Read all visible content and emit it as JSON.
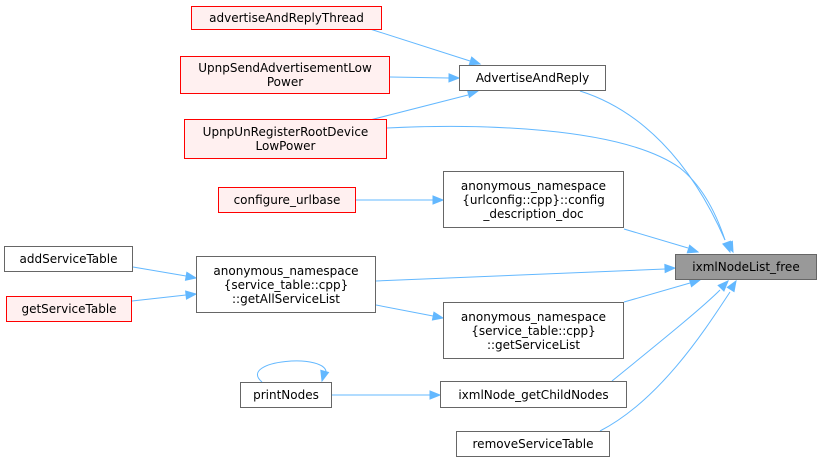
{
  "nodes": {
    "advertiseAndReplyThread": {
      "lines": [
        "advertiseAndReplyThread"
      ],
      "style": "red"
    },
    "upnpSendAdvLowPower": {
      "lines": [
        "UpnpSendAdvertisementLow",
        "Power"
      ],
      "style": "red"
    },
    "upnpUnRegisterRootDeviceLowPower": {
      "lines": [
        "UpnpUnRegisterRootDevice",
        "LowPower"
      ],
      "style": "red"
    },
    "configureUrlbase": {
      "lines": [
        "configure_urlbase"
      ],
      "style": "red"
    },
    "addServiceTable": {
      "lines": [
        "addServiceTable"
      ],
      "style": "plain"
    },
    "getServiceTable": {
      "lines": [
        "getServiceTable"
      ],
      "style": "red"
    },
    "printNodes": {
      "lines": [
        "printNodes"
      ],
      "style": "plain"
    },
    "advertiseAndReply": {
      "lines": [
        "AdvertiseAndReply"
      ],
      "style": "plain"
    },
    "configDescriptionDoc": {
      "lines": [
        "anonymous_namespace",
        "{urlconfig::cpp}::config",
        "_description_doc"
      ],
      "style": "plain"
    },
    "getAllServiceList": {
      "lines": [
        "anonymous_namespace",
        "{service_table::cpp}",
        "::getAllServiceList"
      ],
      "style": "plain"
    },
    "getServiceList": {
      "lines": [
        "anonymous_namespace",
        "{service_table::cpp}",
        "::getServiceList"
      ],
      "style": "plain"
    },
    "ixmlNodeGetChildNodes": {
      "lines": [
        "ixmlNode_getChildNodes"
      ],
      "style": "plain"
    },
    "removeServiceTable": {
      "lines": [
        "removeServiceTable"
      ],
      "style": "plain"
    },
    "ixmlNodeListFree": {
      "lines": [
        "ixmlNodeList_free"
      ],
      "style": "self"
    }
  },
  "edges": [
    {
      "from": "advertiseAndReplyThread",
      "to": "advertiseAndReply"
    },
    {
      "from": "upnpSendAdvLowPower",
      "to": "advertiseAndReply"
    },
    {
      "from": "upnpUnRegisterRootDeviceLowPower",
      "to": "advertiseAndReply"
    },
    {
      "from": "upnpUnRegisterRootDeviceLowPower",
      "to": "ixmlNodeListFree"
    },
    {
      "from": "advertiseAndReply",
      "to": "ixmlNodeListFree"
    },
    {
      "from": "configureUrlbase",
      "to": "configDescriptionDoc"
    },
    {
      "from": "configDescriptionDoc",
      "to": "ixmlNodeListFree"
    },
    {
      "from": "addServiceTable",
      "to": "getAllServiceList"
    },
    {
      "from": "getServiceTable",
      "to": "getAllServiceList"
    },
    {
      "from": "getAllServiceList",
      "to": "ixmlNodeListFree"
    },
    {
      "from": "getAllServiceList",
      "to": "getServiceList"
    },
    {
      "from": "getServiceList",
      "to": "ixmlNodeListFree"
    },
    {
      "from": "printNodes",
      "to": "printNodes"
    },
    {
      "from": "printNodes",
      "to": "ixmlNodeGetChildNodes"
    },
    {
      "from": "ixmlNodeGetChildNodes",
      "to": "ixmlNodeListFree"
    },
    {
      "from": "removeServiceTable",
      "to": "ixmlNodeListFree"
    }
  ],
  "colors": {
    "edge": "#63b8ff",
    "caller_fill": "#fff0f0",
    "caller_border": "#ff0000",
    "plain_fill": "#ffffff",
    "plain_border": "#666666",
    "focus_fill": "#999999"
  }
}
